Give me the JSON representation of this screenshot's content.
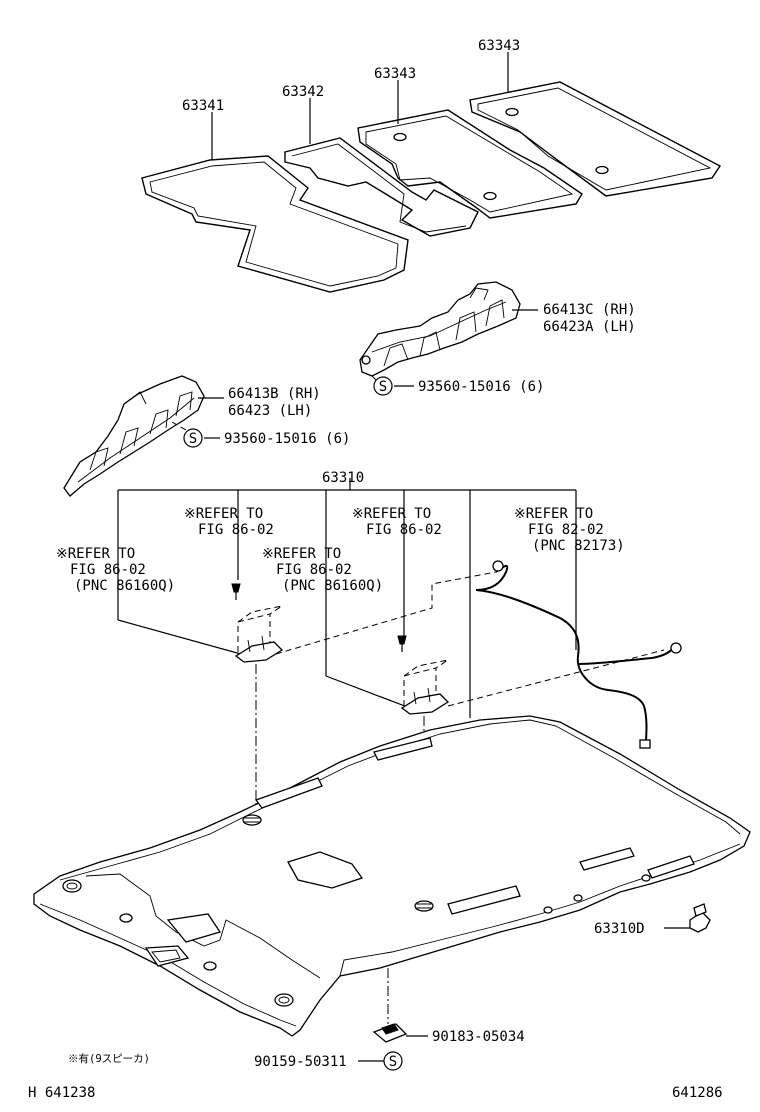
{
  "parts": {
    "p63341": "63341",
    "p63342": "63342",
    "p63343a": "63343",
    "p63343b": "63343",
    "p66413c": "66413C (RH)",
    "p66423a": "66423A (LH)",
    "screw_c": "S",
    "p93560_c": "93560-15016 (6)",
    "p66413b": "66413B (RH)",
    "p66423": "66423  (LH)",
    "screw_b": "S",
    "p93560_b": "93560-15016 (6)",
    "p63310": "63310",
    "p63310d": "63310D",
    "p90183": "90183-05034",
    "p90159": "90159-50311",
    "screw_d": "S"
  },
  "refs": {
    "r1_a": "※REFER TO",
    "r1_b": "FIG 86-02",
    "r2_a": "※REFER TO",
    "r2_b": "FIG 86-02",
    "r3_a": "※REFER TO",
    "r3_b": "FIG 82-02",
    "r3_c": "(PNC 82173)",
    "r4_a": "※REFER TO",
    "r4_b": "FIG 86-02",
    "r4_c": "(PNC 86160Q)",
    "r5_a": "※REFER TO",
    "r5_b": "FIG 86-02",
    "r5_c": "(PNC 86160Q)"
  },
  "footer": {
    "note": "※有(9スピーカ)",
    "left_code": "H 641238",
    "right_code": "641286"
  }
}
